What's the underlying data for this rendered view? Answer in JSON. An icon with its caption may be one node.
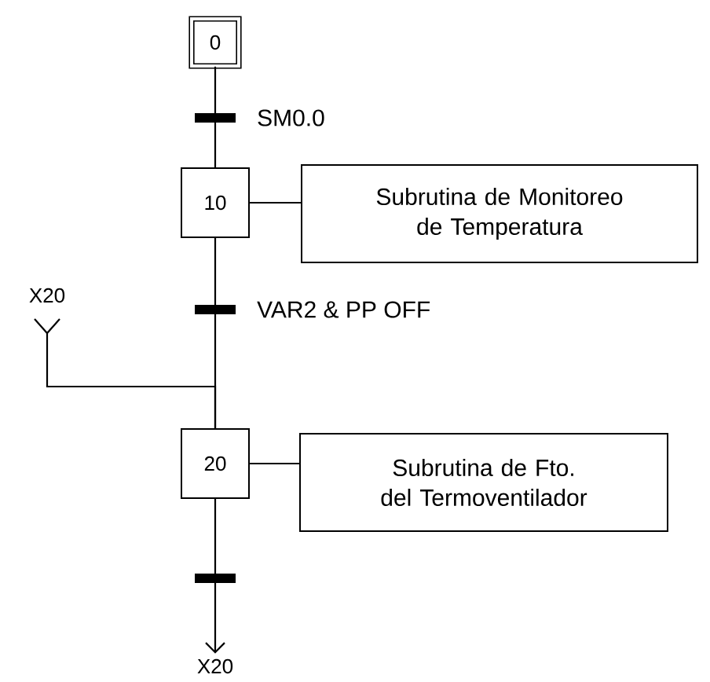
{
  "diagram": {
    "nodes": [
      {
        "text": [
          "0"
        ]
      },
      {
        "text": [
          "10"
        ]
      },
      {
        "text": [
          "Subrutina de Monitoreo de Temperatura"
        ]
      },
      {
        "text": [
          "20"
        ]
      },
      {
        "text": [
          "Subrutina de Fto. del Termoventilador"
        ]
      },
      {
        "text": [
          "X20"
        ]
      },
      {
        "text": [
          "X20"
        ]
      }
    ],
    "edges": [
      {
        "from": 0,
        "to": 1,
        "arrow": "none",
        "label": "SM0.0"
      },
      {
        "from": 1,
        "to": 2,
        "arrow": "none"
      },
      {
        "from": 1,
        "to": 3,
        "arrow": "none",
        "label": "VAR2 & PP OFF"
      },
      {
        "from": 5,
        "to": 3,
        "arrow": "other"
      },
      {
        "from": 3,
        "to": 4,
        "arrow": "none"
      },
      {
        "from": 3,
        "to": 6,
        "arrow": "to"
      }
    ]
  }
}
